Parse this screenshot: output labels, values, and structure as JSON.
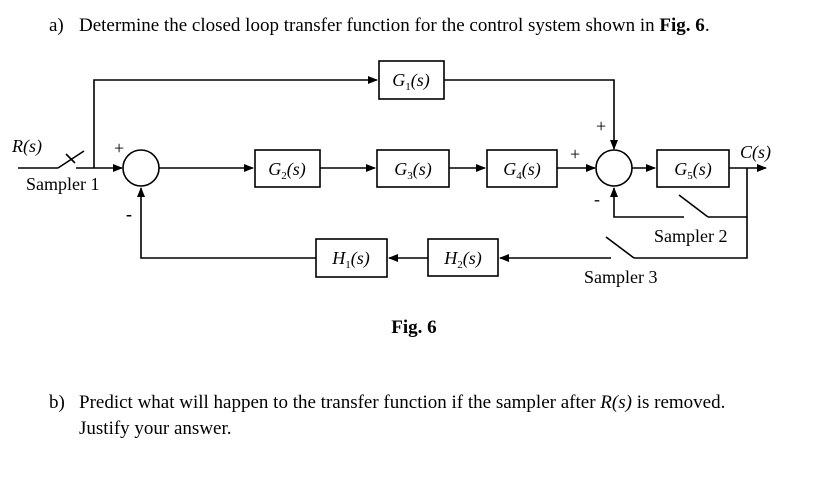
{
  "question_a": {
    "label": "a)",
    "text": "Determine the closed loop transfer function for the control system shown in ",
    "ref": "Fig. 6",
    "end": "."
  },
  "diagram": {
    "input": "R(s)",
    "output": "C(s)",
    "samplers": [
      "Sampler 1",
      "Sampler 2",
      "Sampler 3"
    ],
    "signs": {
      "j1_top": "+",
      "j1_bottom": "-",
      "j2_left": "+",
      "j2_top": "+",
      "j2_bottom": "-"
    },
    "blocks": {
      "g1": {
        "name": "G",
        "sub": "1",
        "arg": "(s)"
      },
      "g2": {
        "name": "G",
        "sub": "2",
        "arg": "(s)"
      },
      "g3": {
        "name": "G",
        "sub": "3",
        "arg": "(s)"
      },
      "g4": {
        "name": "G",
        "sub": "4",
        "arg": "(s)"
      },
      "g5": {
        "name": "G",
        "sub": "5",
        "arg": "(s)"
      },
      "h1": {
        "name": "H",
        "sub": "1",
        "arg": "(s)"
      },
      "h2": {
        "name": "H",
        "sub": "2",
        "arg": "(s)"
      }
    },
    "caption": "Fig. 6"
  },
  "question_b": {
    "label": "b)",
    "line1_pre": "Predict what will happen to the transfer function if the sampler after ",
    "line1_var": "R(s)",
    "line1_post": " is removed.",
    "line2": "Justify your answer."
  }
}
